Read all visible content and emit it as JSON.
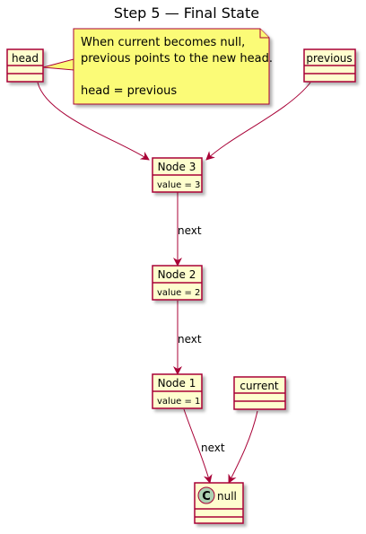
{
  "diagram": {
    "title": "Step 5 — Final State",
    "colors": {
      "box_fill": "#FEFECE",
      "box_stroke": "#A80036",
      "edge": "#A80036",
      "note_fill": "#FBFB77",
      "circle_fill": "#ADD1B2"
    },
    "objects": {
      "head": "head",
      "previous": "previous",
      "current": "current"
    },
    "nodes": [
      {
        "name": "Node 3",
        "field": "value = 3"
      },
      {
        "name": "Node 2",
        "field": "value = 2"
      },
      {
        "name": "Node 1",
        "field": "value = 1"
      }
    ],
    "null_class": {
      "stereotype": "C",
      "name": "null"
    },
    "edge_labels": {
      "n3_n2": "next",
      "n2_n1": "next",
      "n1_null": "next"
    },
    "note": {
      "line1": "When current becomes null,",
      "line2": "previous points to the new head.",
      "line3": "head = previous"
    }
  }
}
